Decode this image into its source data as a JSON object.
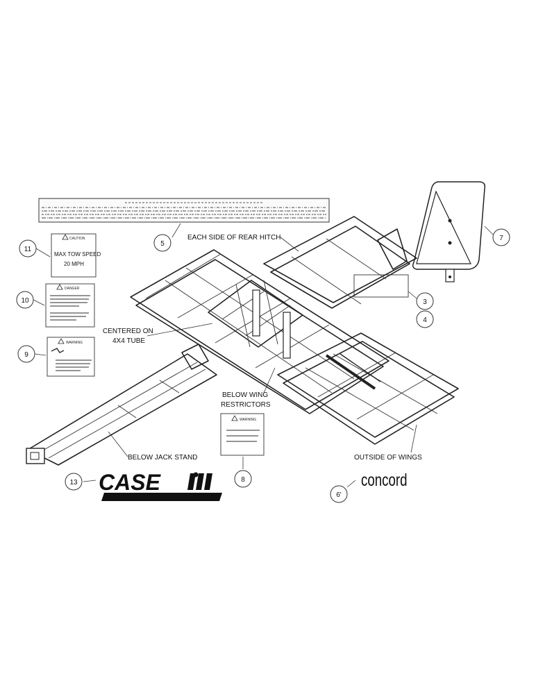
{
  "callouts": {
    "c11": "11",
    "c10": "10",
    "c9": "9",
    "c5": "5",
    "c7": "7",
    "c3": "3",
    "c4": "4",
    "c8": "8",
    "c13": "13",
    "c6": "6'"
  },
  "labels": {
    "rear_hitch": "EACH SIDE OF REAR HITCH",
    "centered_1": "CENTERED ON",
    "centered_2": "4X4 TUBE",
    "wing_1": "BELOW WING",
    "wing_2": "RESTRICTORS",
    "jack_stand": "BELOW JACK STAND",
    "outside_wings": "OUTSIDE OF WINGS"
  },
  "decals": {
    "caution_11_title": "CAUTION",
    "caution_11_line1": "MAX TOW SPEED",
    "caution_11_line2": "20 MPH",
    "danger_10_title": "DANGER",
    "warning_9_title": "WARNING",
    "warning_8_title": "WARNING"
  },
  "logos": {
    "case": "CASE",
    "concord": "concord"
  },
  "icons": {
    "decal_marker": "warning-triangle-icon",
    "smv": "slow-moving-vehicle-emblem-icon"
  }
}
